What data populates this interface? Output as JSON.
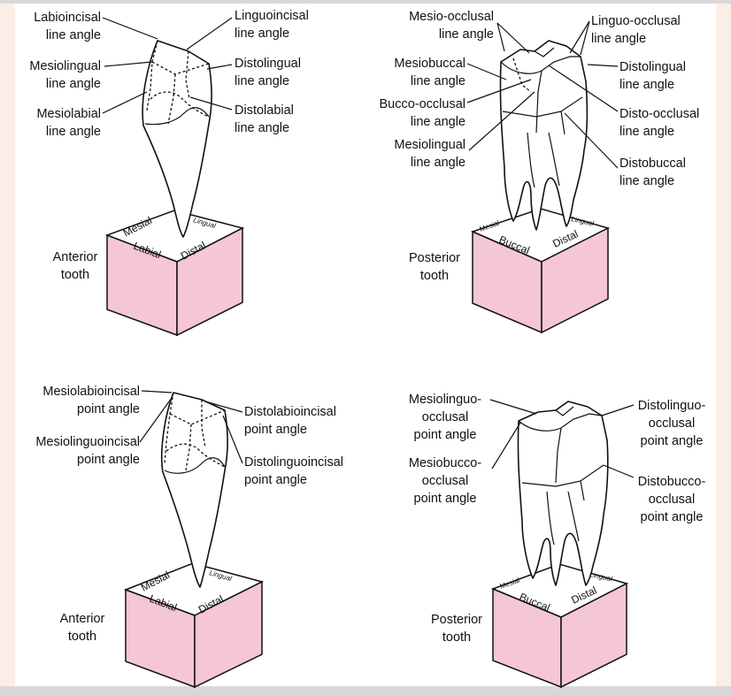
{
  "colors": {
    "block_front": "#f4c6d7",
    "block_side": "#f4c6d7",
    "block_top": "#ffffff",
    "frame": "#fbeee6"
  },
  "panels": [
    {
      "labels": [
        [
          "Labioincisal",
          "line angle"
        ],
        [
          "Linguoincisal",
          "line angle"
        ],
        [
          "Mesiolingual",
          "line angle"
        ],
        [
          "Distolingual",
          "line angle"
        ],
        [
          "Mesiolabial",
          "line angle"
        ],
        [
          "Distolabial",
          "line angle"
        ]
      ],
      "block": {
        "top": "Mesial",
        "top2": "Lingual",
        "front": "Labial",
        "side": "Distal"
      },
      "caption": [
        "Anterior",
        "tooth"
      ]
    },
    {
      "labels": [
        [
          "Mesio-occlusal",
          "line angle"
        ],
        [
          "Linguo-occlusal",
          "line angle"
        ],
        [
          "Mesiobuccal",
          "line angle"
        ],
        [
          "Distolingual",
          "line angle"
        ],
        [
          "Bucco-occlusal",
          "line angle"
        ],
        [
          "Disto-occlusal",
          "line angle"
        ],
        [
          "Mesiolingual",
          "line angle"
        ],
        [
          "Distobuccal",
          "line angle"
        ]
      ],
      "block": {
        "top": "Mesial",
        "top2": "Lingual",
        "front": "Buccal",
        "side": "Distal"
      },
      "caption": [
        "Posterior",
        "tooth"
      ]
    },
    {
      "labels": [
        [
          "Mesiolabioincisal",
          "point angle"
        ],
        [
          "Distolabioincisal",
          "point angle"
        ],
        [
          "Mesiolinguoincisal",
          "point angle"
        ],
        [
          "Distolinguoincisal",
          "point angle"
        ]
      ],
      "block": {
        "top": "Mesial",
        "top2": "Lingual",
        "front": "Labial",
        "side": "Distal"
      },
      "caption": [
        "Anterior",
        "tooth"
      ]
    },
    {
      "labels": [
        [
          "Mesiolinguo-",
          "occlusal",
          "point angle"
        ],
        [
          "Distolinguo-",
          "occlusal",
          "point angle"
        ],
        [
          "Mesiobucco-",
          "occlusal",
          "point angle"
        ],
        [
          "Distobucco-",
          "occlusal",
          "point angle"
        ]
      ],
      "block": {
        "top": "Mesial",
        "top2": "Lingual",
        "front": "Buccal",
        "side": "Distal"
      },
      "caption": [
        "Posterior",
        "tooth"
      ]
    }
  ]
}
